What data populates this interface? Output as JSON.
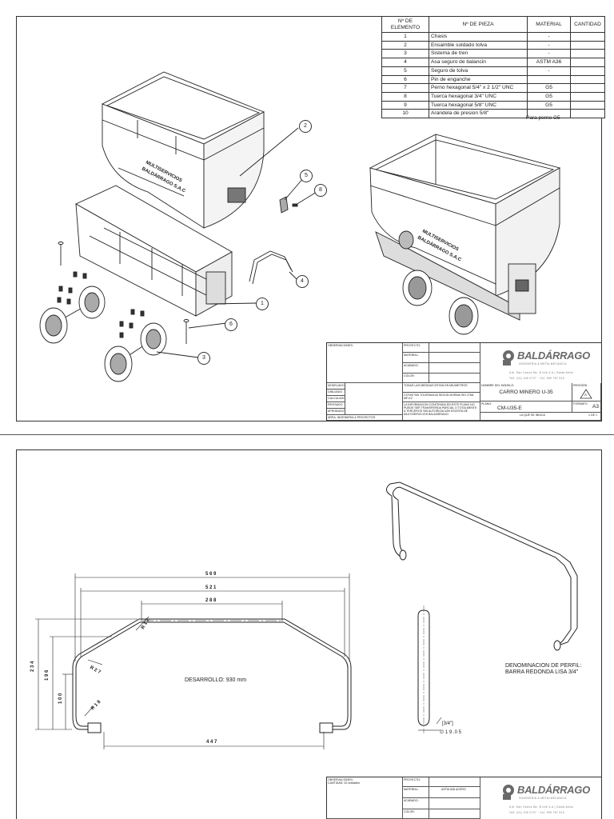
{
  "parts_table": {
    "headers": [
      "Nº DE ELEMENTO",
      "Nº DE PIEZA",
      "MATERIAL",
      "CANTIDAD"
    ],
    "rows": [
      {
        "n": "1",
        "pieza": "Chasis",
        "material": "-",
        "cantidad": ""
      },
      {
        "n": "2",
        "pieza": "Ensamble soldado tolva",
        "material": "-",
        "cantidad": ""
      },
      {
        "n": "3",
        "pieza": "Sistema de tren",
        "material": "-",
        "cantidad": ""
      },
      {
        "n": "4",
        "pieza": "Asa seguro de balancin",
        "material": "ASTM A36",
        "cantidad": ""
      },
      {
        "n": "5",
        "pieza": "Seguro de tolva",
        "material": "-",
        "cantidad": ""
      },
      {
        "n": "6",
        "pieza": "Pin de enganche",
        "material": "",
        "cantidad": ""
      },
      {
        "n": "7",
        "pieza": "Perno hexagonal 5/4\" x 2 1/2\" UNC",
        "material": "G5",
        "cantidad": ""
      },
      {
        "n": "8",
        "pieza": "Tuerca hexagonal 3/4\" UNC",
        "material": "G5",
        "cantidad": ""
      },
      {
        "n": "9",
        "pieza": "Tuerca hexagonal 5/8\" UNC",
        "material": "G5",
        "cantidad": ""
      },
      {
        "n": "10",
        "pieza": "Arandela de presion 5/8\"",
        "material": "",
        "cantidad": ""
      }
    ],
    "note": "Para perno G5"
  },
  "callouts": [
    "2",
    "5",
    "8",
    "4",
    "1",
    "6",
    "3"
  ],
  "cart_text": {
    "line1": "MULTISERVICIOS",
    "line2": "BALDÁRRAGO S.A.C"
  },
  "sheet1_titleblock": {
    "observaciones": "OBSERVACIONES:",
    "proyecto": "PROYECTO:",
    "material": "MATERIAL:",
    "acabado": "ACABADO:",
    "color": "COLOR:",
    "brand": "BALDÁRRAGO",
    "brand_sub": "INGENIERIA & METALMECANICA",
    "address": "Urb. San Carlos Mz. B lote 3-A | Santa Anita",
    "phone": "Telf: (01) 345 0707 · Cel: 999 787 516",
    "modelo_label": "NOMBRE DEL MODELO:",
    "modelo": "CARRO MINERO U-35",
    "revision_label": "REVISIÓN",
    "revision": "A",
    "plano_label": "PLANO:",
    "plano": "CM-U35-E",
    "formato_label": "FORMATO",
    "formato": "A3",
    "medidas": "TODAS LAS MEDIDAS ESTAN EN MILIMETROS",
    "tolerancia": "COTAS SIN TOLERANCIA SEGUN NORMA ISO 2768-MF-K2",
    "nota": "LA INFORMACION CONTENIDA EN ESTE PLANO NO PUEDE SER TRANSFERIDA PARCIAL O TOTALMENTE A TERCEROS SIN AUTORIZACION ESCRITA DE MULTISERVICIOS BALDÁRRAGO",
    "roles": [
      "MODELADO",
      "DIBUJADO",
      "CALCULADO",
      "REVISADO",
      "APROBADO"
    ],
    "area": "AREA: INGENIERIA & PROYECTOS",
    "escala": "LA QUE SE INDICA",
    "hoja": "1 DE 1"
  },
  "sheet2": {
    "dims": {
      "d569": "5 6 9",
      "d521": "5 2 1",
      "d288": "2 8 8",
      "d447": "4 4 7",
      "d234": "2 3 4",
      "d196": "1 9 6",
      "d100": "1 0 0",
      "r12": "R 1 2",
      "r27": "R 2 7",
      "r18": "R 1 8",
      "d34": "[3/4\"]",
      "d1905": "∅ 1 9 .0 5"
    },
    "desarrollo": "DESARROLLO: 930 mm",
    "perfil_line1": "DENOMINACION DE PERFIL:",
    "perfil_line2": "BARRA REDONDA LISA 3/4\"",
    "titleblock": {
      "observaciones": "OBSERVACIONES:",
      "cantidad": "CANTIDAD: 02 unidades",
      "proyecto": "PROYECTO:",
      "material": "MATERIAL:",
      "material_val": "ASTM A36 ACERO",
      "acabado": "ACABADO:",
      "color": "COLOR:",
      "brand": "BALDÁRRAGO",
      "brand_sub": "INGENIERIA & METALMECANICA",
      "address": "Urb. San Carlos Mz. B lote 3-A | Santa Anita",
      "phone": "Telf: (01) 345 0707 · Cel: 999 787 516"
    }
  }
}
